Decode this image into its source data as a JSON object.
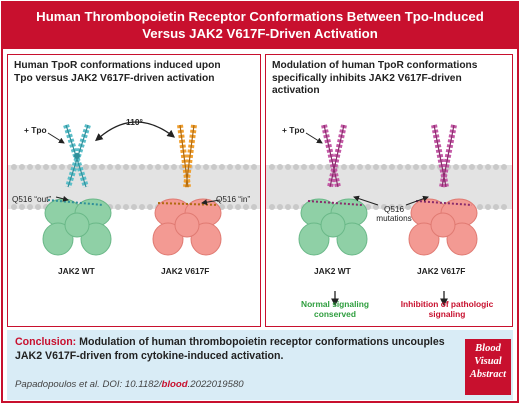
{
  "title": {
    "line1": "Human Thrombopoietin Receptor Conformations Between Tpo-Induced",
    "line2": "Versus JAK2 V617F-Driven Activation"
  },
  "left_panel": {
    "heading_line1": "Human TpoR conformations induced upon",
    "heading_line2": "Tpo versus JAK2 V617F-driven activation",
    "tpo_label": "+ Tpo",
    "angle_label": "110°",
    "q516_out": "Q516 “out”",
    "q516_in": "Q516 “in”",
    "jak2_wt": "JAK2 WT",
    "jak2_v617f": "JAK2 V617F"
  },
  "right_panel": {
    "heading_line1": "Modulation of human TpoR conformations",
    "heading_line2": "specifically inhibits JAK2 V617F-driven activation",
    "tpo_label": "+ Tpo",
    "q516_line1": "Q516",
    "q516_line2": "mutations",
    "jak2_wt": "JAK2 WT",
    "jak2_v617f": "JAK2 V617F",
    "outcome_wt_line1": "Normal signaling",
    "outcome_wt_line2": "conserved",
    "outcome_v617f_line1": "Inhibition of pathologic",
    "outcome_v617f_line2": "signaling"
  },
  "conclusion": {
    "lead": "Conclusion:",
    "text": " Modulation of human thrombopoietin receptor conformations uncouples JAK2 V617F-driven from cytokine-induced activation.",
    "citation_prefix": "Papadopoulos et al. DOI: 10.1182/",
    "citation_journal": "blood",
    "citation_suffix": ".2022019580"
  },
  "badge": {
    "line1": "Blood",
    "line2": "Visual",
    "line3": "Abstract"
  },
  "colors": {
    "brand_red": "#c8102e",
    "jak2_wt_green": "#7fc89a",
    "jak2_v617f_salmon": "#f08a84",
    "helix_teal": "#5bbec8",
    "helix_orange": "#f0a030",
    "helix_magenta": "#b0428f",
    "membrane_grey": "#d4d4d4",
    "outcome_green": "#2e9e3e",
    "outcome_red": "#c8102e",
    "conclusion_bg": "#d9ecf6"
  }
}
